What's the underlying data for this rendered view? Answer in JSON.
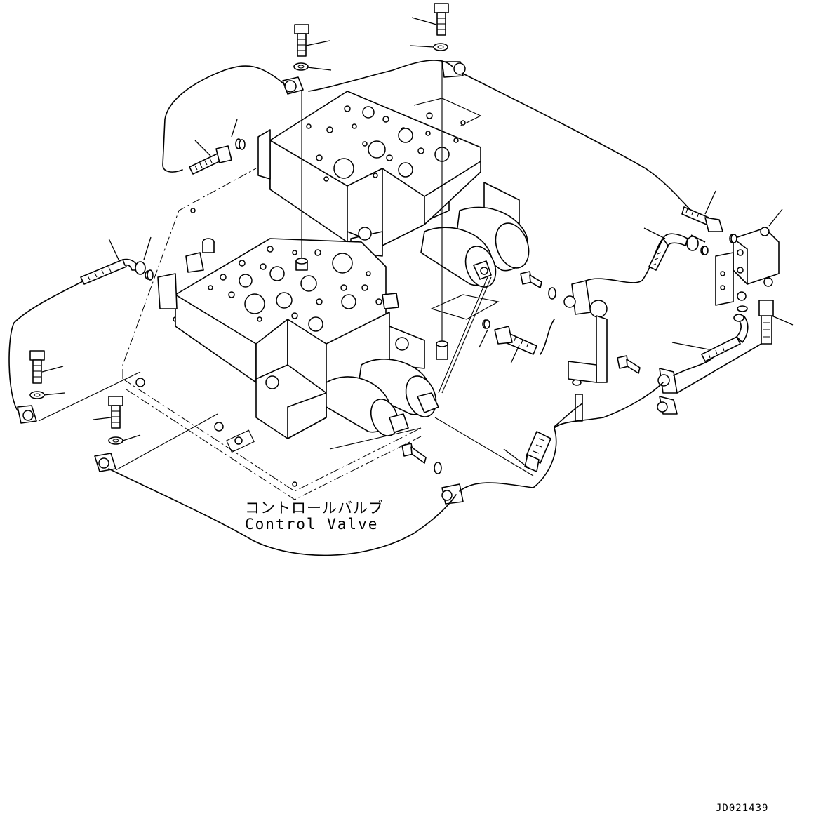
{
  "caption": {
    "japanese": "コントロールバルブ",
    "english": "Control Valve"
  },
  "drawing_code": "JD021439"
}
